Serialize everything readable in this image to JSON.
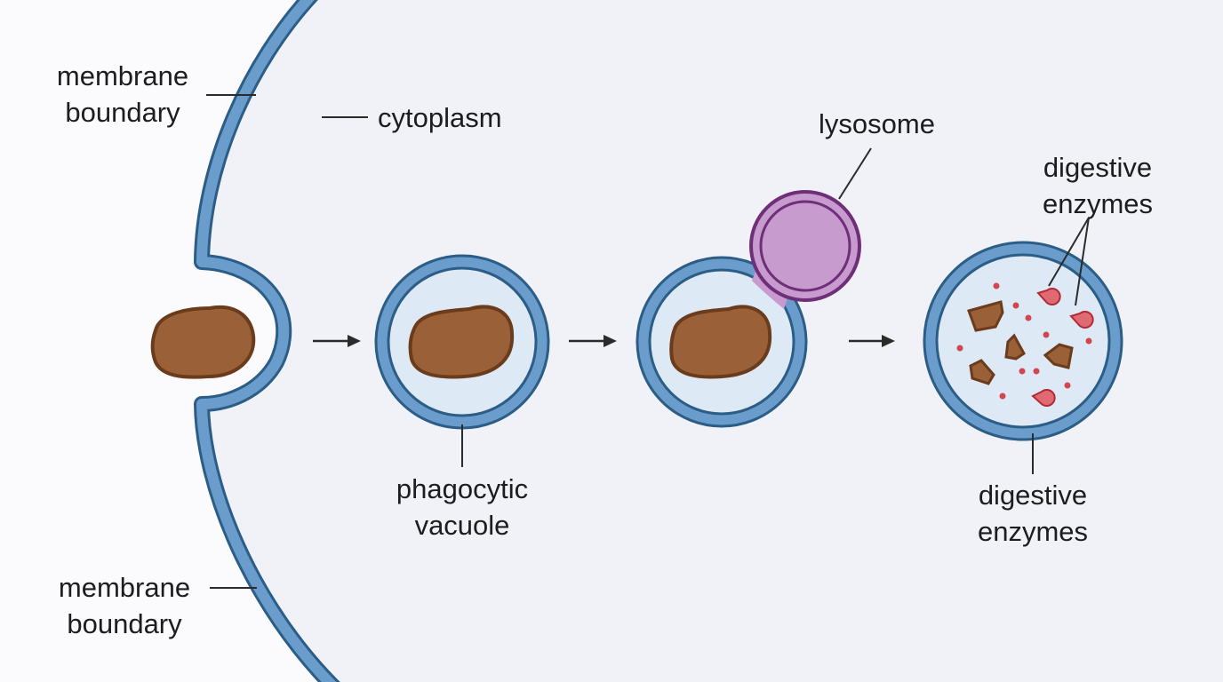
{
  "labels": {
    "membrane_top": [
      "membrane",
      "boundary"
    ],
    "membrane_bottom": [
      "membrane",
      "boundary"
    ],
    "cytoplasm": "cytoplasm",
    "phagocytic_vacuole": [
      "phagocytic",
      "vacuole"
    ],
    "lysosome": "lysosome",
    "digestive_enzymes_top": [
      "digestive",
      "enzymes"
    ],
    "digestive_enzymes_bottom": [
      "digestive",
      "enzymes"
    ]
  },
  "colors": {
    "membrane_stroke": "#2c5d86",
    "membrane_fill": "#6a9dcc",
    "cytoplasm": "#f0f2f8",
    "vacuole_fill": "#dde9f4",
    "particle_fill": "#9a6038",
    "particle_stroke": "#6b3c1c",
    "lysosome_fill": "#c89bcf",
    "lysosome_stroke": "#6e2f78",
    "enzyme_fill": "#e06a72",
    "enzyme_stroke": "#b22a37",
    "arrow": "#2b2b2b",
    "leader_line": "#2b2b2b"
  }
}
